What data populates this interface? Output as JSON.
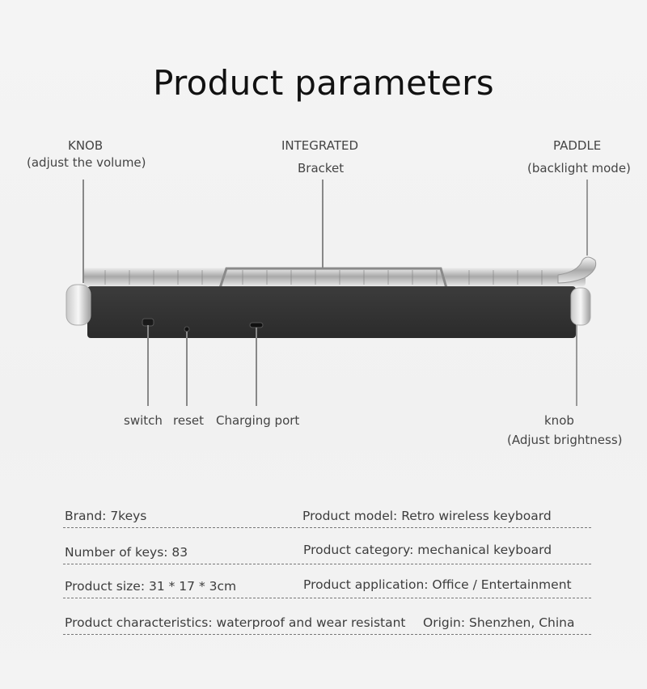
{
  "title": "Product parameters",
  "callouts": {
    "knob_left": {
      "line1": "KNOB",
      "line2": "(adjust the volume)"
    },
    "bracket": {
      "line1": "INTEGRATED",
      "line2": "Bracket"
    },
    "paddle": {
      "line1": "PADDLE",
      "line2": "(backlight mode)"
    },
    "switch": "switch",
    "reset": "reset",
    "charging_port": "Charging port",
    "knob_right": {
      "line1": "knob",
      "line2": "(Adjust brightness)"
    }
  },
  "specs": [
    {
      "left": "Brand: 7keys",
      "right": "Product model: Retro wireless keyboard"
    },
    {
      "left": "Number of keys: 83",
      "right": "Product category: mechanical keyboard"
    },
    {
      "left": "Product size: 31 * 17 * 3cm",
      "right": "Product application: Office / Entertainment"
    },
    {
      "left": "Product characteristics: waterproof and wear resistant",
      "right": "Origin: Shenzhen, China"
    }
  ]
}
